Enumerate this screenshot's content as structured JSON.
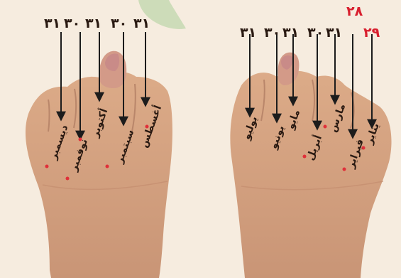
{
  "colors": {
    "background": "#f6ecdf",
    "skin": "#d7a37f",
    "skin_dark": "#c4896a",
    "nail": "#c98b88",
    "text_dark": "#2a1a12",
    "text_red": "#d8202f",
    "arrow": "#1c1c1c",
    "dot": "#e0303a",
    "leaf": "#bcd6a8"
  },
  "right_hand": {
    "label_28": "٢٨",
    "numbers": [
      {
        "value": "٢٩",
        "color": "red"
      },
      {
        "value": "٣١",
        "color": "dark"
      },
      {
        "value": "٣٠",
        "color": "dark"
      },
      {
        "value": "٣١",
        "color": "dark"
      },
      {
        "value": "٣٠",
        "color": "dark"
      },
      {
        "value": "٣١",
        "color": "dark"
      }
    ],
    "months": [
      {
        "name": "يناير"
      },
      {
        "name": "فبراير"
      },
      {
        "name": "مارس"
      },
      {
        "name": "أبريل"
      },
      {
        "name": "مايو"
      },
      {
        "name": "يونيو"
      },
      {
        "name": "يوليو"
      }
    ]
  },
  "left_hand": {
    "numbers": [
      {
        "value": "٣١",
        "color": "dark"
      },
      {
        "value": "٣٠",
        "color": "dark"
      },
      {
        "value": "٣١",
        "color": "dark"
      },
      {
        "value": "٣٠",
        "color": "dark"
      },
      {
        "value": "٣١",
        "color": "dark"
      }
    ],
    "months": [
      {
        "name": "أغسطس"
      },
      {
        "name": "سبتمبر"
      },
      {
        "name": "أكتوبر"
      },
      {
        "name": "نوفمبر"
      },
      {
        "name": "ديسمبر"
      }
    ]
  }
}
